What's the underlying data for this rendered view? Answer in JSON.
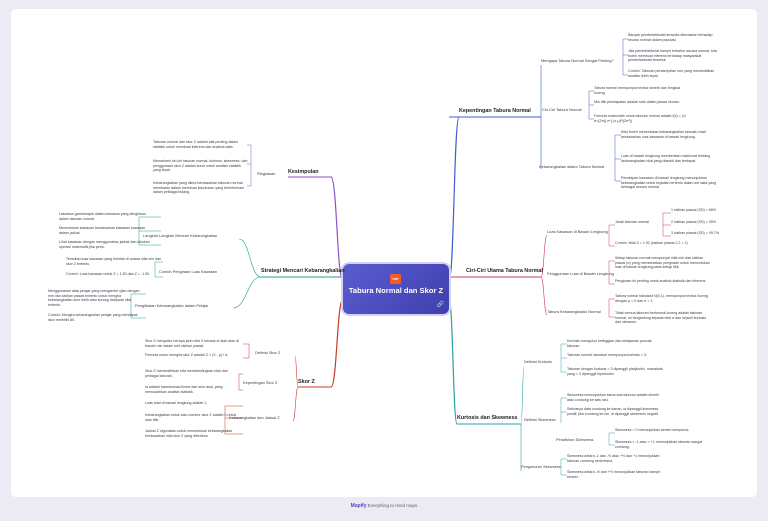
{
  "central": {
    "title": "Tabura Normal dan Skor Z",
    "file_icon": "pdf-icon",
    "link_icon": "link-icon"
  },
  "footer": {
    "brand": "Mapify",
    "tagline": "Everything to mind maps"
  },
  "colors": {
    "kepentingan": "#3f5fd0",
    "ciri": "#c73a63",
    "kurtosis": "#2fa0a8",
    "kesimpulan": "#8b52c8",
    "strategi": "#1e9f8f",
    "skor": "#c83a2a"
  },
  "branches": {
    "kepentingan": {
      "label": "Kepentingan Tabura Normal",
      "menggapa": {
        "label": "Mengapa Tabura Normal Sangat Penting?",
        "items": [
          "Banyak pembelahbulat bersedia diterdaban terhadap secara normal dalam populasi.",
          "Jika pembelahbulat hampir terbahur secara normal, kita boleh membuat inferens terhadap masyarakat pembelahbulat tersebut.",
          "Contoh: Taburan persampelan min yang membuktikan analisis lebih tepat."
        ]
      },
      "ciri": {
        "label": "Ciri-Ciri Tabura Normal",
        "items": [
          "Tabura normal mempunyai bentuk simetri dan lengkuk loceng.",
          "Min titik pendapatan adalah satu dalam jawaa ukuran.",
          "Formula matematik untuk taburan normal adalah f(x) = (1/σ√(2π)) e^(-(x-μ)²/(2σ²))."
        ]
      },
      "kebarangkalian": {
        "label": "Kebarangkalian dalam Tabura Normal",
        "items": [
          "Kitul boleh menentukan kebarangkalian sesuatu hasil berdasarkan luas kawasan di bawah lengkung.",
          "Luas di bawah lengkung memberikan maklumat tentang kebarangkalian nilai yang diambil dan terdapat.",
          "Penetapan kawasan di bawah lengkung menunjukkan kebarangkalian untuk kejadian tertentu dalam set data yang berbagai secara normal."
        ]
      }
    },
    "ciri": {
      "label": "Ciri-Ciri Utama Tabura Normal",
      "luas": {
        "label": "Luas Kawasan di Bawah Lengkung",
        "jarak_label": "Jarak taburan normal",
        "percents": [
          "1 sisihan piawai (SD) = 68%",
          "2 sisihan piawai (SD) = 95%",
          "3 sisihan piawai (SD) = 99.7%"
        ],
        "contoh": "Contoh: Nilai Z = 1.92 (sisihan piawai 1.2 = 1)."
      },
      "penggunaan": {
        "label": "Penggunaan Luas di Bawah Lengkung",
        "items": [
          "Setiap taburan normal mempunyai nilai min dan sisihan piawai (σ) yang membezakan pengiraan untuk menentukan luas di bawah lengkung pada setiap titik.",
          "Pengiraan ini penting untuk analisis statistik dan inferens."
        ]
      },
      "kebarangkalian": {
        "label": "Tabura Kebarangkalian Normal",
        "items": [
          "Tabura normal standard N(0,1), mempunyai bentuk loceng dengan μ = 0 dan σ = 1.",
          "Tidak semua taburan berbentuk loceng adalah taburan normal, ini bergantung kepada nilai σ dan sejauh kurtosis dan skewnes."
        ]
      }
    },
    "kurtosis": {
      "label": "Kurtosis dan Skewness",
      "defk": {
        "label": "Definisi Kurtosis",
        "items": [
          "Kurtosis mengukur ketinggian dan ketajaman puncak taburan.",
          "Taburan normal standard mempunyai kurtosis = 3.",
          "Taburan dengan kurtosis > 3 dipanggil platykurtic, manakala yang < 3 dipanggil leptokurtic."
        ]
      },
      "defs": {
        "label": "Definisi Skewness",
        "items": [
          "Skewness menunjukkan sama ada taburan adalah simetri atau condong ke satu sisi.",
          "Sekiranya data condong ke kanan, ia dipanggil skewness positif; jika condong ke kiri, ia dipanggil skewness negatif."
        ]
      },
      "penafsiran": {
        "label": "Penafsiran Skewness",
        "items": [
          "Skewness = 0 menunjukkan simetri sempurna.",
          "Skewness < -1 atau > +1 menunjukkan taburan sangat condong."
        ]
      },
      "pengukuran": {
        "label": "Pengukuran Skewness",
        "items": [
          "Skewness antara -1 dan -½ atau +½ dan +1 menunjukkan taburan condong sederhana.",
          "Skewness antara -½ dan +½ menunjukkan taburan hampir simetri."
        ]
      }
    },
    "kesimpulan": {
      "label": "Kesimpulan",
      "ringkasan": {
        "label": "Ringkasan",
        "items": [
          "Taburan normal dan skor Z adalah alat penting dalam statistik untuk membuat inferens dan analisis data.",
          "Memahami ciri-ciri taburan normal, kurtosis, skewness, dan penggunaan skor Z adalah kunci untuk analisis statistik yang tepat.",
          "Kebarangkalian yang dikira berdasarkan taburan normal membantu dalam membuat keputusan yang berinformasi dalam pelbagai bidang."
        ]
      }
    },
    "strategi": {
      "label": "Strategi Mencari Kebarangkalian",
      "langkah": {
        "label": "Langkah-Langkah Mencari Kebarangkalian",
        "items": [
          "Lakarkan gambarajah dalam kawasan yang diinginkan dalam taburan normal.",
          "Menentukan kawasan berdasarkan kawasan kawasan dalam jadual.",
          "Lihat kawasan dengan menggunakan jadual dan lakukan operasi matematik jika perlu."
        ]
      },
      "contoh": {
        "label": "Contoh Pengiraan Luas Kawasan",
        "items": [
          "Tentukan luas kawasan yang terletak di antara nilai min dan skor Z tertentu.",
          "Contoh: Luas kawasan untuk Z = 1.50 dan Z = -1.50."
        ]
      },
      "penglibatan": {
        "label": "Penglibatan Kebarangkalian dalam Pelajar",
        "items": [
          "Menggunakan data pelajar yang mengambil ujian dengan min dan sisihan piawai tertentu untuk mengira kebarangkalian skor lebih atau kurang daripada nilai tertentu.",
          "Contoh: Mengira kebarangkalian pelajar yang mendapat skor melebihi 80."
        ]
      }
    },
    "skor": {
      "label": "Skor Z",
      "defz": {
        "label": "Definisi Skor Z",
        "items": [
          "Skor Z mengukur berapa jauh nilai X berada di atas atau di bawah min dalam unit sisihan piawai.",
          "Formula untuk mengira skor Z adalah Z = (X - μ) / σ."
        ]
      },
      "kepentingan": {
        "label": "Kepentingan Skor Z",
        "items": [
          "Skor Z membolehkan kita membandingkan nilai dari pelbagai taburan.",
          "Ia adalah transformasi linear dari skor asal, yang memudahkan analisis statistik."
        ]
      },
      "kebarangkalian": {
        "label": "Kebarangkalian dan Jadual Z",
        "items": [
          "Luas total di bawah lengkung adalah 1.",
          "Kebarangkalian untuk satu nombor skor Z adalah 0 untuk satu titik.",
          "Jadual Z digunakan untuk menentukan kebarangkalian berdasarkan nilai skor Z yang diberikan."
        ]
      }
    }
  }
}
